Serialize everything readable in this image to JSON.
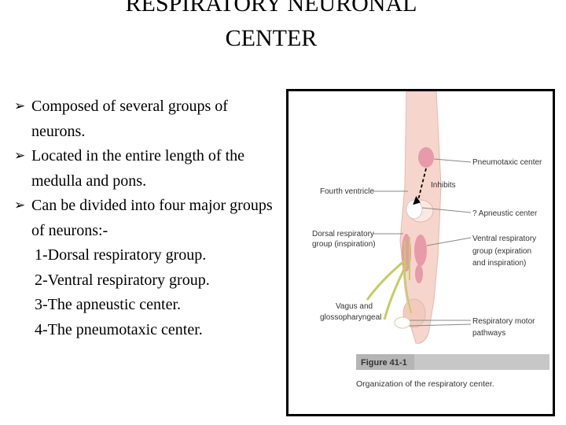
{
  "slide": {
    "title_line1": "RESPIRATORY NEURONAL",
    "title_line2": "CENTER",
    "bullets": [
      "Composed of several groups of neurons.",
      "Located in the entire length of the medulla and pons.",
      "Can be divided into four major groups of neurons:-"
    ],
    "groups": [
      "1-Dorsal respiratory group.",
      "2-Ventral respiratory group.",
      "3-The apneustic center.",
      "4-The pneumotaxic center."
    ]
  },
  "figure": {
    "labels": {
      "pneumotaxic": "Pneumotaxic center",
      "inhibits": "Inhibits",
      "fourth_ventricle": "Fourth ventricle",
      "apneustic": "? Apneustic center",
      "dorsal_1": "Dorsal respiratory",
      "dorsal_2": "group (inspiration)",
      "ventral_1": "Ventral respiratory",
      "ventral_2": "group (expiration",
      "ventral_3": "and inspiration)",
      "vagus_1": "Vagus and",
      "vagus_2": "glossopharyngeal",
      "motor_1": "Respiratory motor",
      "motor_2": "pathways"
    },
    "figure_number": "Figure 41-1",
    "caption": "Organization of the respiratory center.",
    "colors": {
      "brainstem": "#f6d6cc",
      "centers": "#e79aaa",
      "nerves": "#c6cc63",
      "title_bar": "#c7c7c7"
    }
  }
}
